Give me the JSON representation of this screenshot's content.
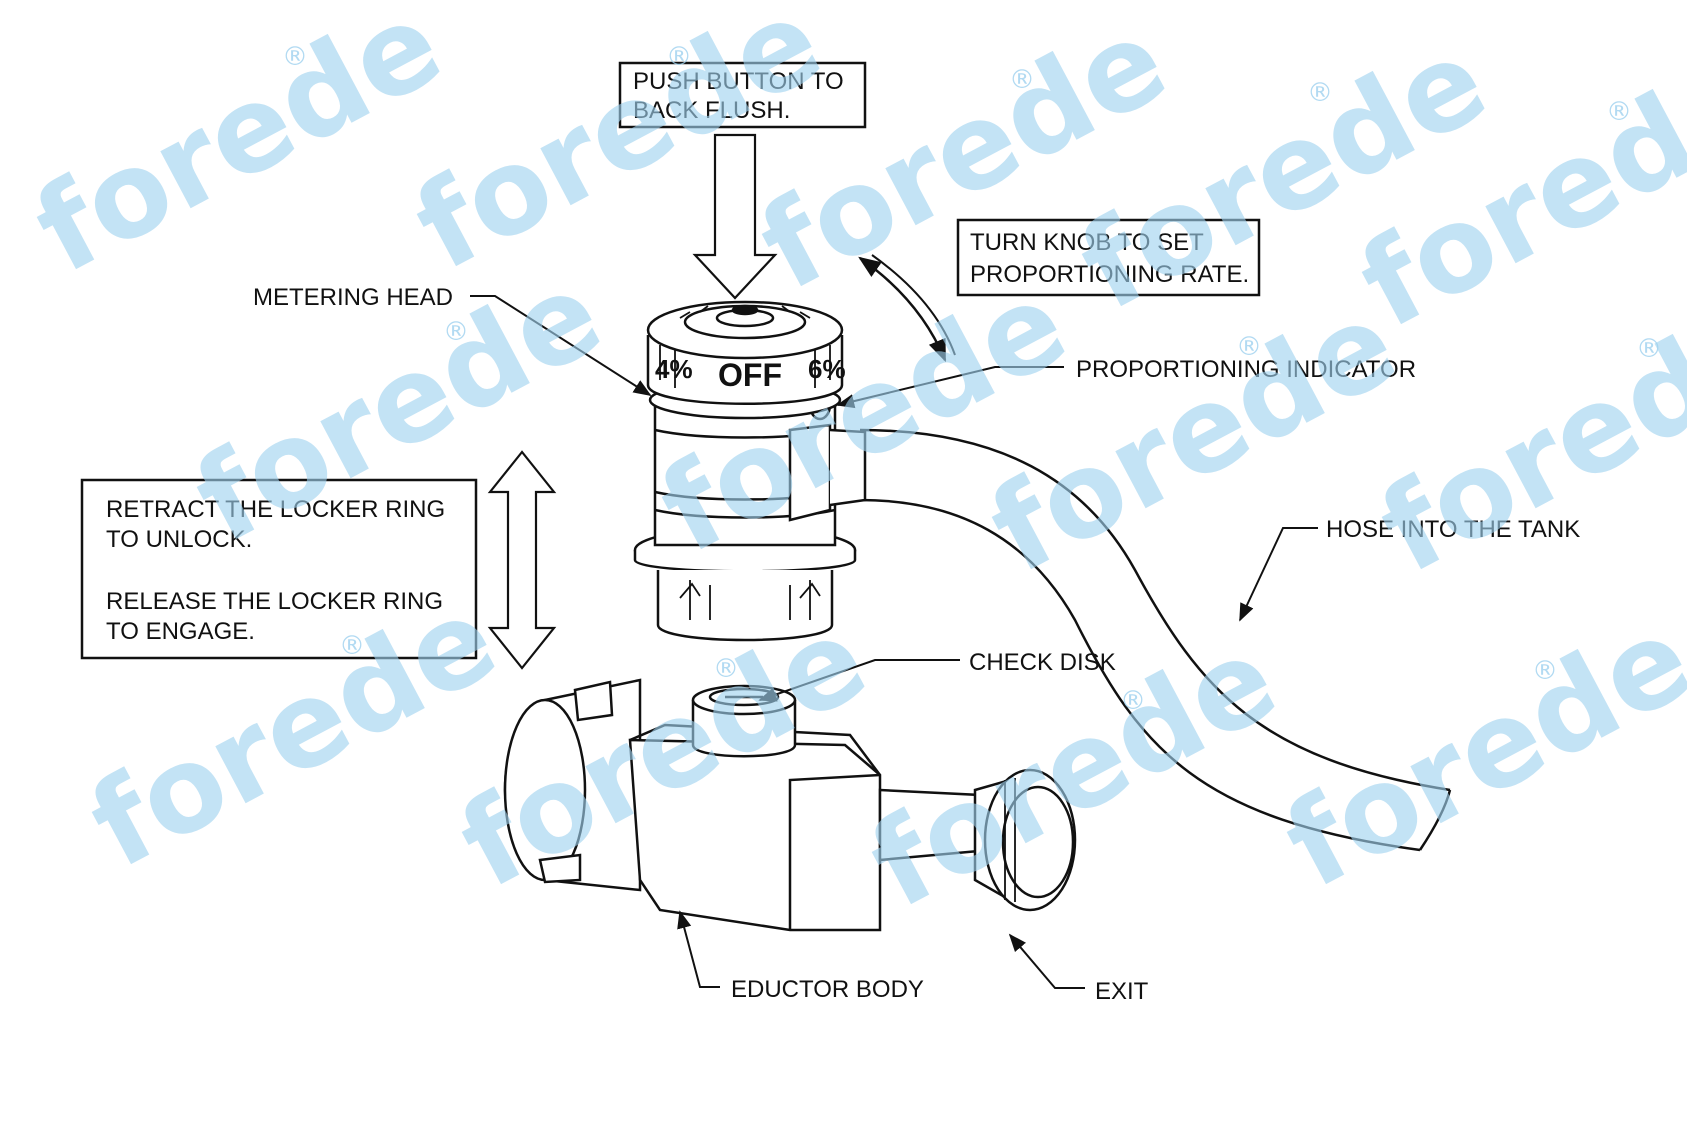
{
  "callouts": {
    "push_button_line1": "PUSH BUTTON TO",
    "push_button_line2": "BACK FLUSH.",
    "turn_knob_line1": "TURN KNOB TO SET",
    "turn_knob_line2": "PROPORTIONING RATE.",
    "metering_head": "METERING HEAD",
    "proportioning_indicator": "PROPORTIONING INDICATOR",
    "hose_into_tank": "HOSE INTO THE TANK",
    "locker_line1": "RETRACT THE LOCKER RING",
    "locker_line2": "TO UNLOCK.",
    "locker_line3": "RELEASE THE LOCKER RING",
    "locker_line4": "TO ENGAGE.",
    "check_disk": "CHECK DISK",
    "eductor_body": "EDUCTOR BODY",
    "exit": "EXIT"
  },
  "dial_marks": {
    "left": "4%",
    "center": "OFF",
    "right": "6%"
  },
  "watermark": {
    "text": "forede",
    "symbol": "®",
    "color": "#9fd2ef"
  }
}
